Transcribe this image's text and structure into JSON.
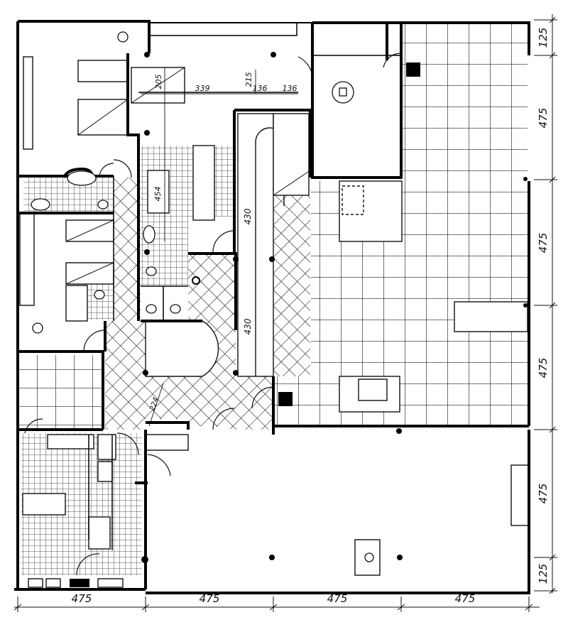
{
  "plan": {
    "bottom_dimensions": [
      "475",
      "475",
      "475",
      "475"
    ],
    "right_dimensions": [
      "125",
      "475",
      "475",
      "475",
      "475",
      "125"
    ],
    "inner_dimensions": {
      "d_205": "205",
      "d_339": "339",
      "d_215": "215",
      "d_136_a": "136",
      "d_136_b": "136",
      "d_454": "454",
      "d_430_upper": "430",
      "d_430_lower": "430",
      "d_224": "224"
    }
  }
}
